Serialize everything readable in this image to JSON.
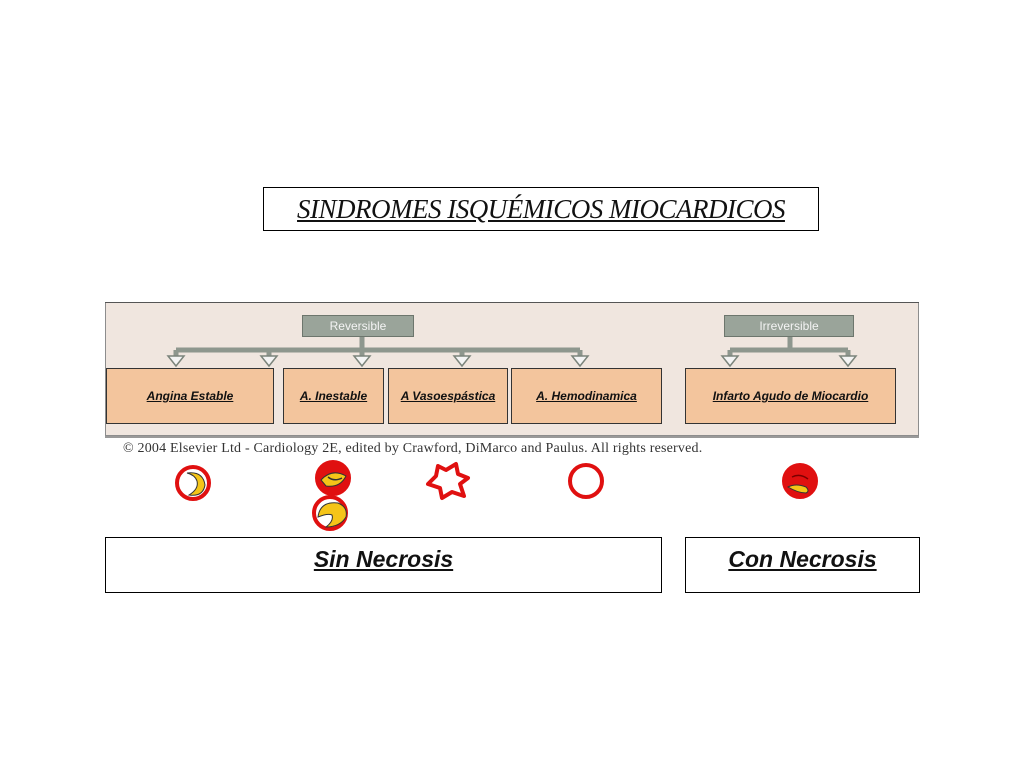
{
  "title": "SINDROMES ISQUÉMICOS MIOCARDICOS",
  "categories": {
    "reversible": "Reversible",
    "irreversible": "Irreversible"
  },
  "nodes": [
    {
      "label": "Angina Estable"
    },
    {
      "label": "A.  Inestable"
    },
    {
      "label": "A Vasoespástica"
    },
    {
      "label": "A. Hemodinamica"
    },
    {
      "label": "Infarto Agudo de Miocardio"
    }
  ],
  "copyright": "© 2004 Elsevier Ltd - Cardiology 2E, edited by Crawford, DiMarco and Paulus. All rights reserved.",
  "outcomes": {
    "sin_necrosis": "Sin Necrosis",
    "con_necrosis": "Con Necrosis"
  },
  "colors": {
    "node_fill": "#f3c59d",
    "panel_fill": "#f0e6df",
    "category_fill": "#9aa49a",
    "arrow": "#8e978e",
    "icon_red": "#e01010",
    "icon_yellow": "#f5c518"
  },
  "icons": [
    "crescent-plaque-icon",
    "ruptured-plaque-icon",
    "crescent-plaque-icon",
    "spasm-star-icon",
    "open-ring-icon",
    "occluded-artery-icon"
  ]
}
